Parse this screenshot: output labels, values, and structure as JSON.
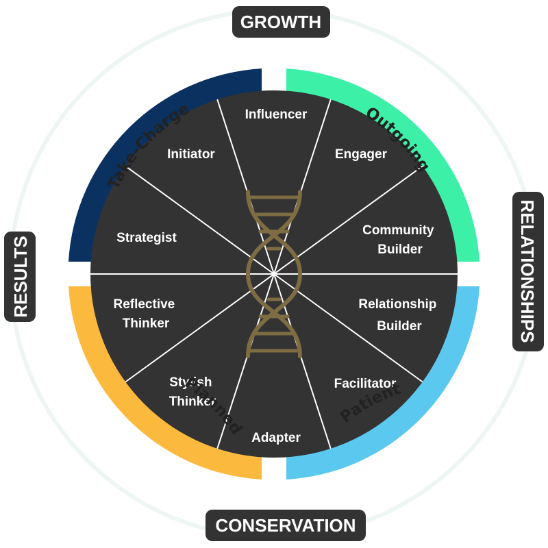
{
  "axes": {
    "top": "GROWTH",
    "bottom": "CONSERVATION",
    "left": "RESULTS",
    "right": "RELATIONSHIPS"
  },
  "quadrants": [
    {
      "key": "take_charge",
      "label": "Take-Charge",
      "color": "#0b3161"
    },
    {
      "key": "outgoing",
      "label": "Outgoing",
      "color": "#3cf0a8"
    },
    {
      "key": "patient",
      "label": "Patient",
      "color": "#5bc8ef"
    },
    {
      "key": "planned",
      "label": "Planned",
      "color": "#fbb93d"
    }
  ],
  "segments": [
    {
      "key": "influencer",
      "lines": [
        "Influencer"
      ]
    },
    {
      "key": "engager",
      "lines": [
        "Engager"
      ]
    },
    {
      "key": "community-builder",
      "lines": [
        "Community",
        "Builder"
      ]
    },
    {
      "key": "relationship-builder",
      "lines": [
        "Relationship",
        "Builder"
      ]
    },
    {
      "key": "facilitator",
      "lines": [
        "Facilitator"
      ]
    },
    {
      "key": "adapter",
      "lines": [
        "Adapter"
      ]
    },
    {
      "key": "stylish-thinker",
      "lines": [
        "Stylish",
        "Thinker"
      ]
    },
    {
      "key": "reflective-thinker",
      "lines": [
        "Reflective",
        "Thinker"
      ]
    },
    {
      "key": "strategist",
      "lines": [
        "Strategist"
      ]
    },
    {
      "key": "initiator",
      "lines": [
        "Initiator"
      ]
    }
  ],
  "colors": {
    "wheel_fill": "#333333",
    "divider": "#ffffff",
    "outer_ring": "#eef6f4",
    "axis_badge": "#333333",
    "dna_helix": "#7e6c43"
  },
  "center_icon": "dna-helix-icon"
}
